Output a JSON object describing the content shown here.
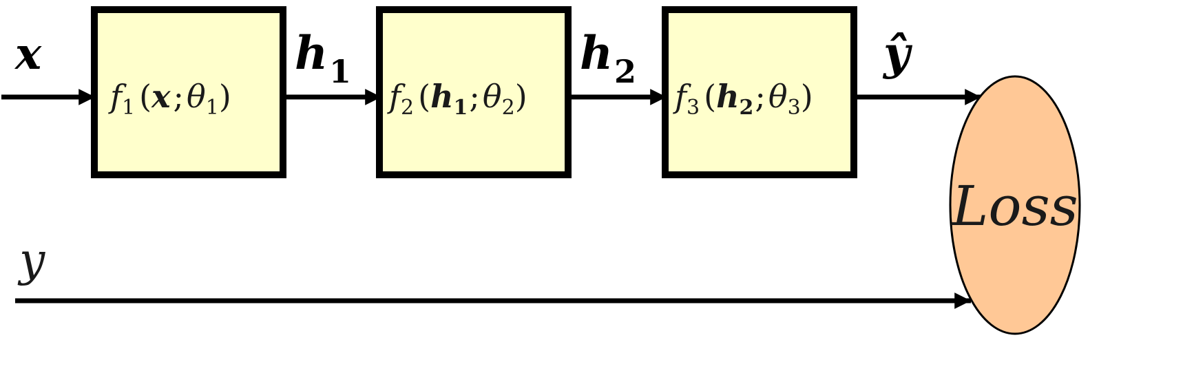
{
  "colors": {
    "box_fill": "#ffffcc",
    "loss_fill": "#ffc896",
    "stroke": "#000000"
  },
  "inputs": {
    "x_label": "x",
    "y_label": "y"
  },
  "edges": {
    "h1_base": "h",
    "h1_sub": "1",
    "h2_base": "h",
    "h2_sub": "2",
    "yhat_label": "ŷ"
  },
  "blocks": [
    {
      "f": "f",
      "f_sub": "1",
      "open": "(",
      "arg": "x",
      "arg_sub": "",
      "sep": ";",
      "theta": "θ",
      "theta_sub": "1",
      "close": ")"
    },
    {
      "f": "f",
      "f_sub": "2",
      "open": "(",
      "arg": "h",
      "arg_sub": "1",
      "sep": ";",
      "theta": "θ",
      "theta_sub": "2",
      "close": ")"
    },
    {
      "f": "f",
      "f_sub": "3",
      "open": "(",
      "arg": "h",
      "arg_sub": "2",
      "sep": ";",
      "theta": "θ",
      "theta_sub": "3",
      "close": ")"
    }
  ],
  "loss": {
    "label": "Loss"
  }
}
